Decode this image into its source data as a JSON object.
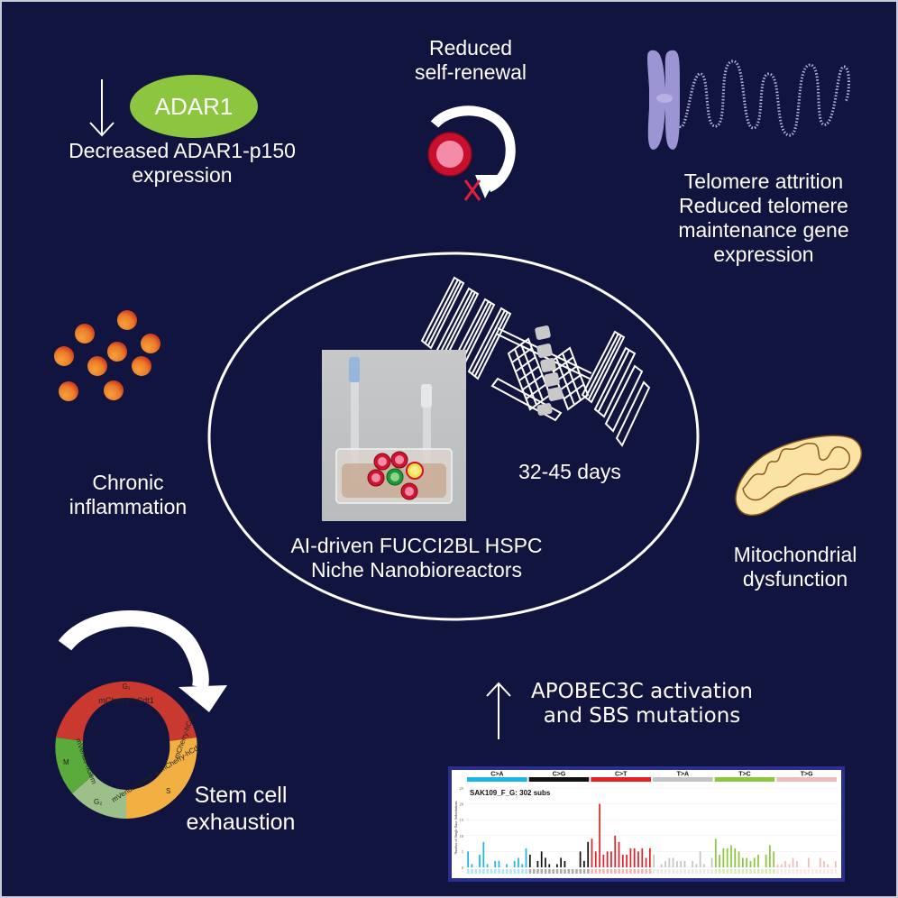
{
  "colors": {
    "background": "#10143f",
    "adar_badge": "#8cc63f",
    "cell_red": "#c8102e",
    "cell_pink": "#f48ca8",
    "cross_red": "#e0203a",
    "chromosome": "#9b95d3",
    "inflammation_orange": "#f08a2c",
    "inflammation_red": "#c8321e",
    "mito_fill": "#fbe3a6",
    "mito_stroke": "#8a5a1a",
    "cycle_red": "#c9392f",
    "cycle_green": "#5aaa3c",
    "cycle_lightgreen": "#9dc08a",
    "cycle_orange": "#f2b042",
    "chart_frame": "#2a2f8f"
  },
  "panels": {
    "adar": {
      "badge": "ADAR1",
      "arrow": "down-arrow",
      "label": "Decreased ADAR1-p150\nexpression"
    },
    "self_renewal": {
      "label": "Reduced\nself-renewal"
    },
    "telomere": {
      "label": "Telomere attrition\nReduced telomere\nmaintenance gene\nexpression"
    },
    "inflammation": {
      "label": "Chronic\ninflammation"
    },
    "center": {
      "duration": "32-45 days",
      "label": "AI-driven FUCCI2BL HSPC\nNiche Nanobioreactors"
    },
    "mitochondria": {
      "label": "Mitochondrial\ndysfunction"
    },
    "apobec": {
      "arrow": "up-arrow",
      "label": "APOBEC3C activation\nand SBS mutations"
    },
    "stem_cell": {
      "label": "Stem cell\nexhaustion",
      "cycle_labels": {
        "g1_top": "G₁",
        "red_arc": "mCherry-hCdt1",
        "red_right": "mCherry-hCdt1",
        "green_arc": "mVenus-hGem",
        "mixed_arc": "mVenus-hGem & mCherry-hCdt1",
        "m": "M",
        "g2": "G₂",
        "s": "S"
      }
    }
  },
  "chart_data": {
    "type": "bar",
    "title": "SAK109_F_G: 302 subs",
    "xlabel": "",
    "ylabel": "Number of Single Base Substitutions",
    "ylim": [
      0,
      25
    ],
    "yticks": [
      0,
      5,
      10,
      15,
      20,
      25
    ],
    "grid": true,
    "series": [
      {
        "name": "C>A",
        "color": "#1eb4e8",
        "values": [
          5,
          1,
          0,
          4,
          8,
          1,
          0,
          2,
          2,
          0,
          1,
          0,
          2,
          3,
          1,
          6
        ]
      },
      {
        "name": "C>G",
        "color": "#111111",
        "values": [
          4,
          0,
          2,
          5,
          3,
          1,
          0,
          1,
          3,
          2,
          0,
          0,
          0,
          5,
          2,
          8
        ]
      },
      {
        "name": "C>T",
        "color": "#e32227",
        "values": [
          9,
          5,
          20,
          4,
          5,
          5,
          10,
          8,
          4,
          4,
          6,
          6,
          5,
          6,
          3,
          6
        ]
      },
      {
        "name": "T>A",
        "color": "#c4c4c4",
        "values": [
          4,
          0,
          1,
          2,
          3,
          3,
          2,
          2,
          2,
          0,
          2,
          1,
          5,
          1,
          0,
          3
        ]
      },
      {
        "name": "T>C",
        "color": "#8cc63f",
        "values": [
          9,
          4,
          6,
          6,
          7,
          6,
          5,
          3,
          3,
          2,
          3,
          4,
          0,
          4,
          7,
          5
        ]
      },
      {
        "name": "T>G",
        "color": "#efbcbc",
        "values": [
          1,
          1,
          2,
          1,
          3,
          2,
          0,
          0,
          3,
          0,
          0,
          3,
          2,
          1,
          0,
          2
        ]
      }
    ]
  }
}
